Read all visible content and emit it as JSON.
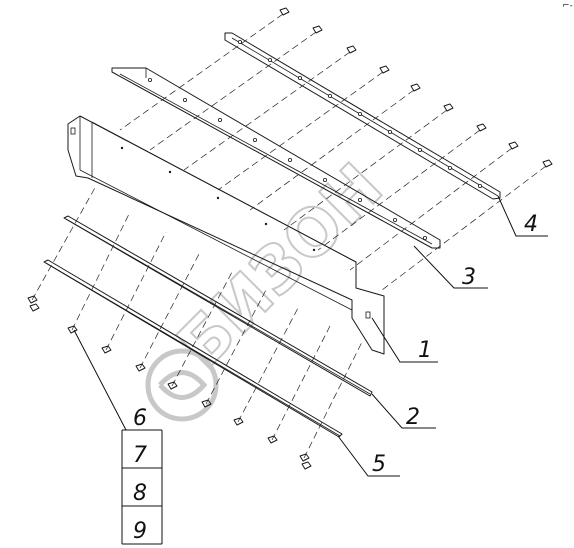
{
  "diagram": {
    "watermark": "БИЗОН",
    "corner_mark": "⌐-",
    "callouts": {
      "c1": "1",
      "c2": "2",
      "c3": "3",
      "c4": "4",
      "c5": "5"
    },
    "table": {
      "rows": [
        "6",
        "7",
        "8",
        "9"
      ]
    }
  }
}
